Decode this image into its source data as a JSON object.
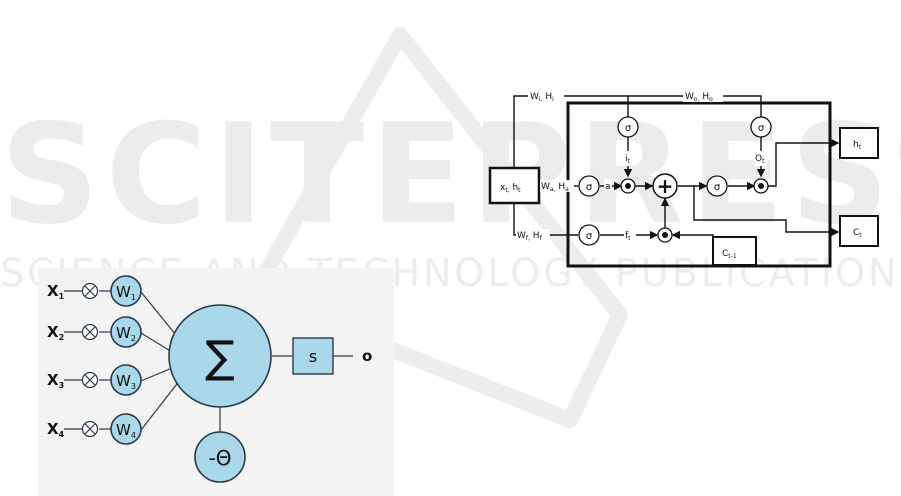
{
  "watermark": {
    "main": "SCITEPRESS",
    "sub": "SCIENCE AND TECHNOLOGY PUBLICATIONS"
  },
  "perceptron": {
    "inputs": [
      {
        "x": "X",
        "xsub": "1",
        "w": "W",
        "wsub": "1"
      },
      {
        "x": "X",
        "xsub": "2",
        "w": "W",
        "wsub": "2"
      },
      {
        "x": "X",
        "xsub": "3",
        "w": "W",
        "wsub": "3"
      },
      {
        "x": "X",
        "xsub": "4",
        "w": "W",
        "wsub": "4"
      }
    ],
    "sum_symbol": "∑",
    "activation": "s",
    "output": "o",
    "threshold": "-Θ",
    "colors": {
      "fill": "#a8d8ea",
      "stroke": "#2a3a4a",
      "background": "#f2f2f2"
    }
  },
  "lstm": {
    "input": {
      "main": "x",
      "sub": "t,",
      "main2": " h",
      "sub2": "t"
    },
    "top_left_weight": {
      "main": "W",
      "sub": "i,",
      "main2": " H",
      "sub2": "i"
    },
    "top_right_weight": {
      "main": "W",
      "sub": "o,",
      "main2": " H",
      "sub2": "o"
    },
    "mid_weight": {
      "main": "W",
      "sub": "a,",
      "main2": " H",
      "sub2": "a"
    },
    "bottom_weight": {
      "main": "W",
      "sub": "f,",
      "main2": " H",
      "sub2": "f"
    },
    "sigma": "σ",
    "plus": "+",
    "a_label": "a",
    "i_label": {
      "main": "i",
      "sub": "t"
    },
    "o_label": {
      "main": "O",
      "sub": "t"
    },
    "f_label": {
      "main": "f",
      "sub": "t"
    },
    "ht_out": {
      "main": "h",
      "sub": "t"
    },
    "ct_out": {
      "main": "C",
      "sub": "t"
    },
    "c_prev": {
      "main": "C",
      "sub": "t-1"
    }
  }
}
